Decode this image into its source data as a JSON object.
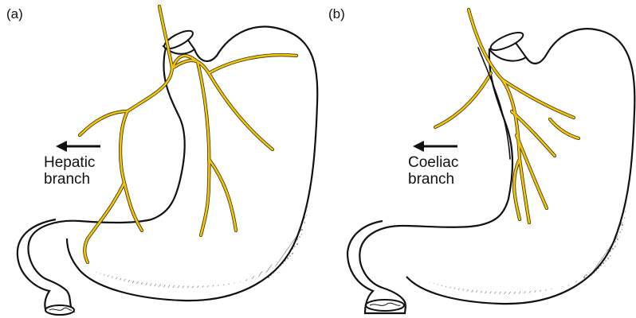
{
  "panels": {
    "a": {
      "label": "(a)",
      "branch_line1": "Hepatic",
      "branch_line2": "branch"
    },
    "b": {
      "label": "(b)",
      "branch_line1": "Coeliac",
      "branch_line2": "branch"
    }
  },
  "colors": {
    "nerve": "#f2c40f",
    "outline": "#111111",
    "background": "#ffffff"
  }
}
